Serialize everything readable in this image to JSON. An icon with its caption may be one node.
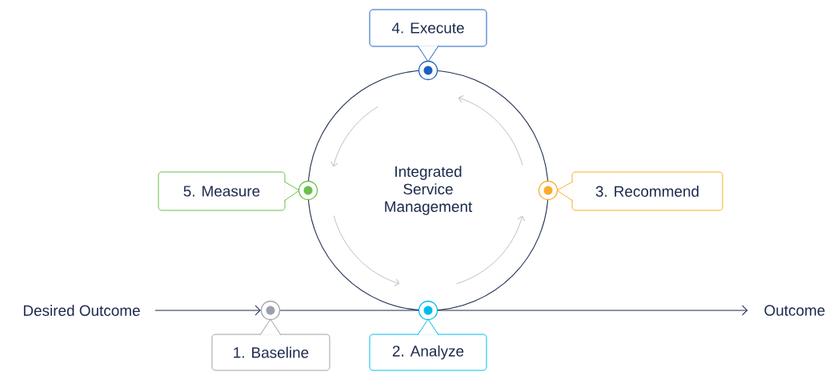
{
  "diagram": {
    "nodes": [
      {
        "text": [
          "Desired Outcome"
        ]
      },
      {
        "text": [
          "Integrated Service Management"
        ]
      },
      {
        "text": [],
        "shape": "circle"
      },
      {
        "text": [
          "1. Baseline"
        ]
      },
      {
        "text": [],
        "shape": "circle"
      },
      {
        "text": [
          "2. Analyze"
        ]
      },
      {
        "text": [],
        "shape": "circle"
      },
      {
        "text": [
          "3. Recommend"
        ]
      },
      {
        "text": [],
        "shape": "circle"
      },
      {
        "text": [
          "4. Execute"
        ]
      },
      {
        "text": [],
        "shape": "circle"
      },
      {
        "text": [
          "5. Measure"
        ]
      },
      {
        "text": [
          "Outcome"
        ]
      }
    ],
    "edges": [
      {
        "from": 0,
        "to": 2,
        "arrow": "to"
      },
      {
        "from": 2,
        "to": 4,
        "arrow": "none"
      },
      {
        "from": 4,
        "to": 12,
        "arrow": "to"
      }
    ]
  }
}
